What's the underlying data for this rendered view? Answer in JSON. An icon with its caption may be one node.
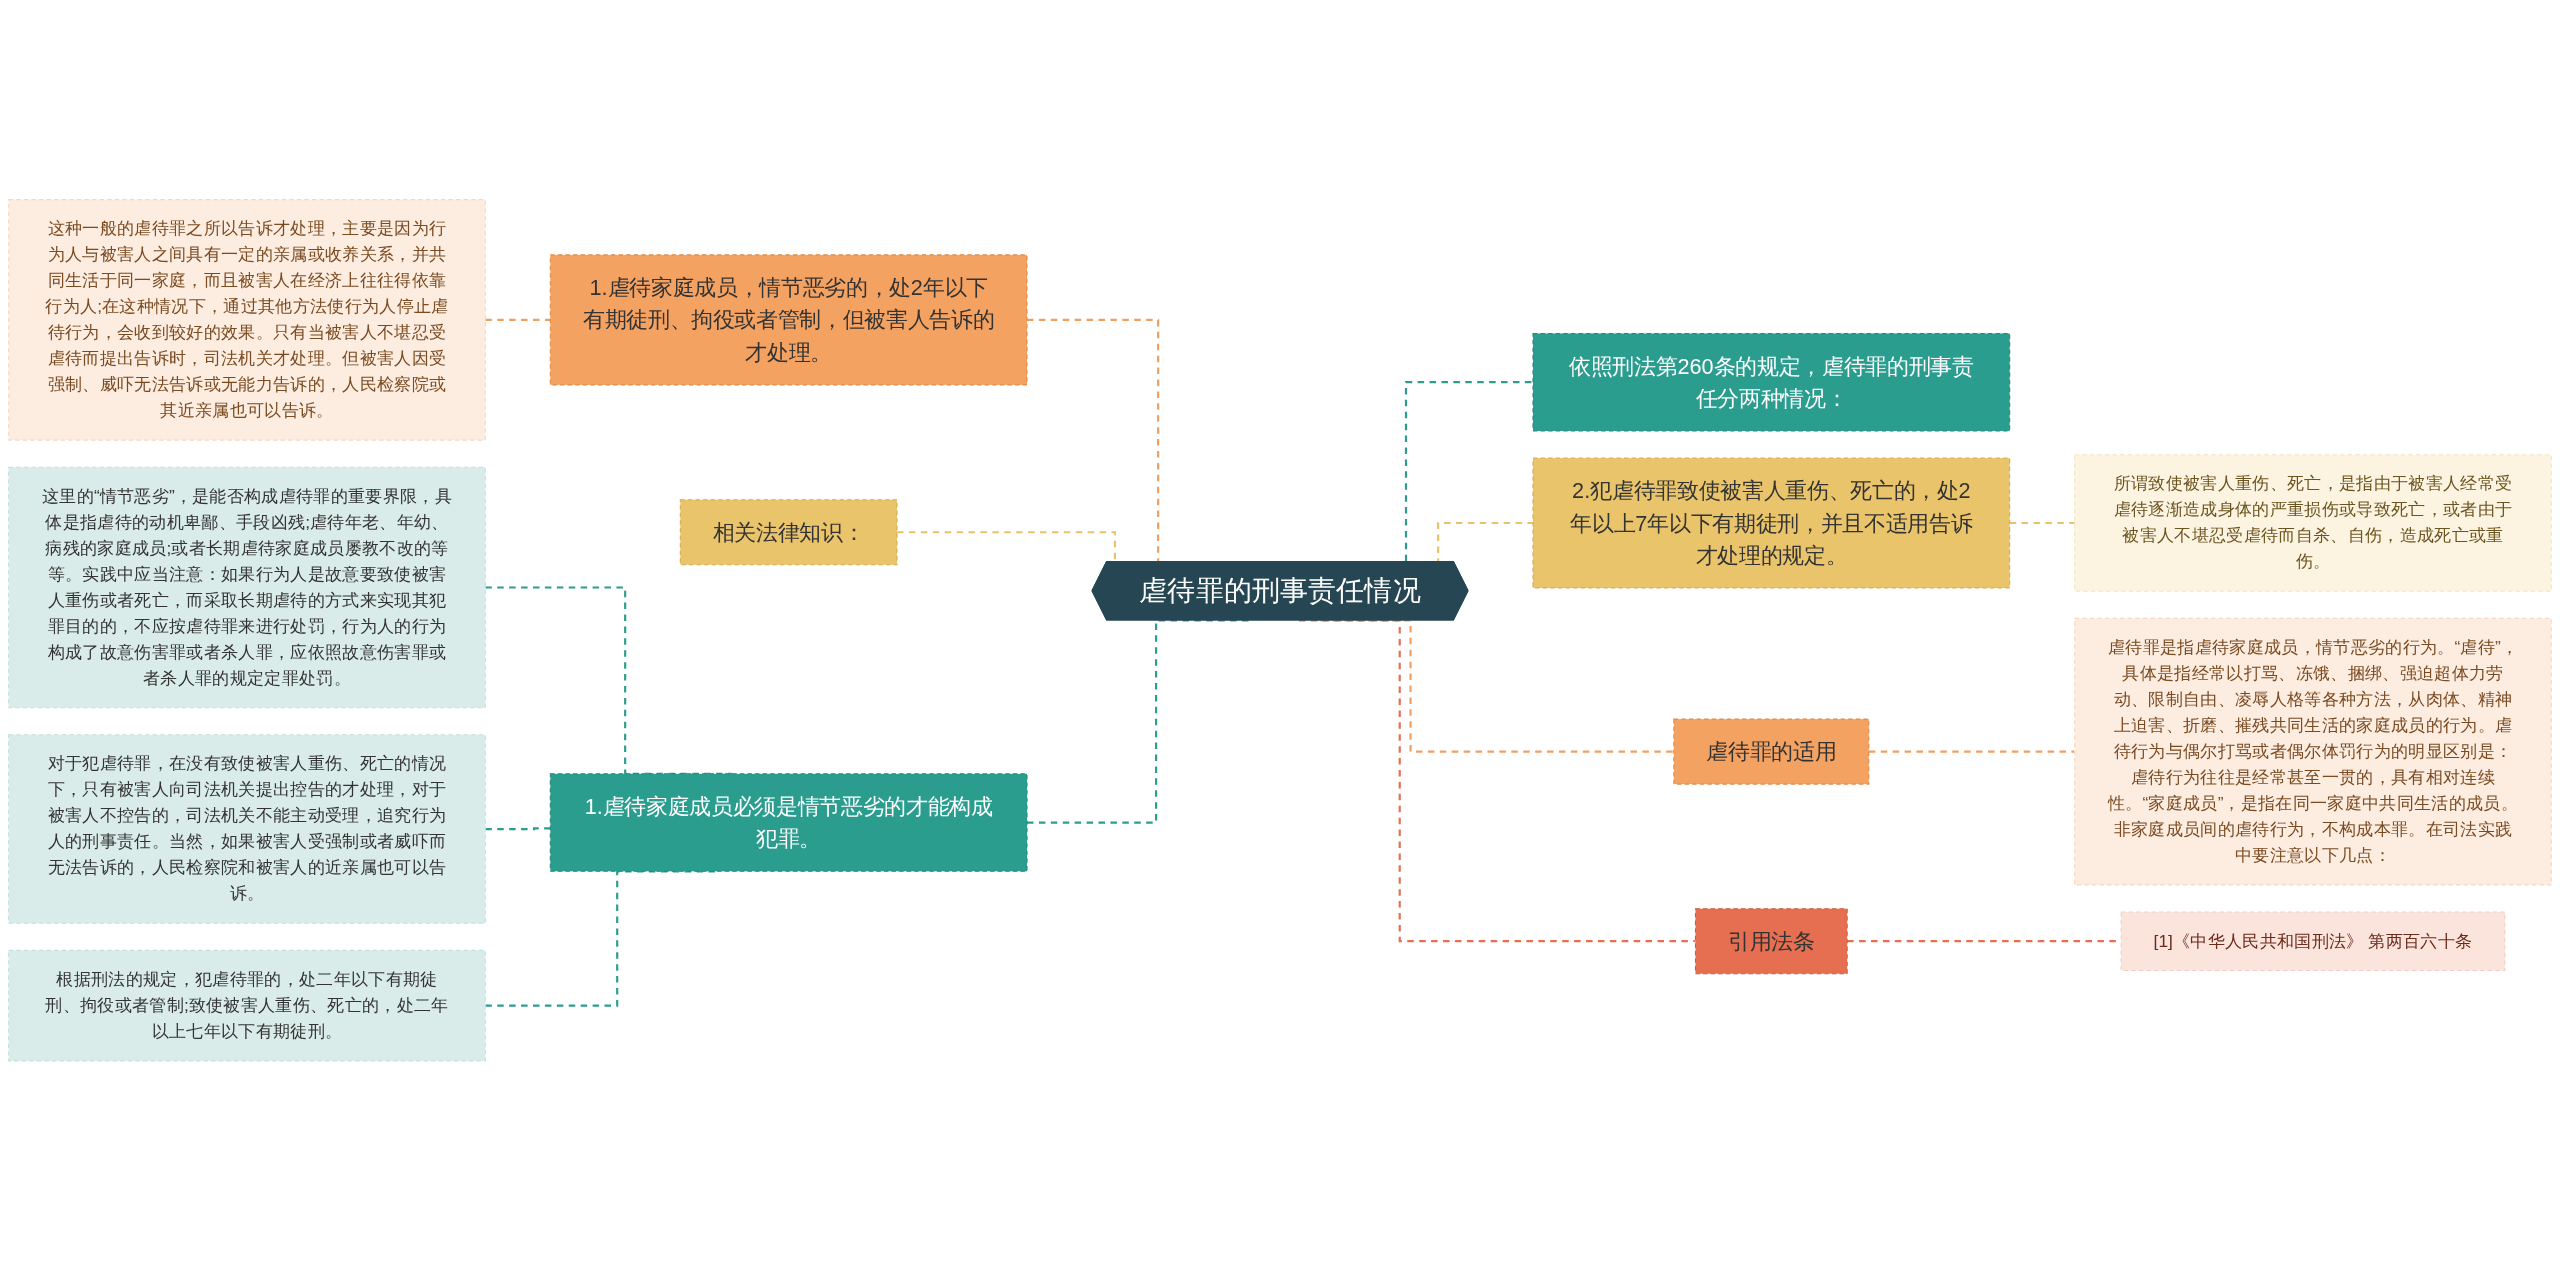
{
  "diagram": {
    "nodes": [
      {
        "text": [
          "虐待罪的刑事责任情况"
        ]
      },
      {
        "text": [
          "1.虐待家庭成员，情节恶劣的，处2年以下有期徒刑、拘役或者管制，但被害人告诉的才处理。"
        ]
      },
      {
        "text": [
          "这种一般的虐待罪之所以告诉才处理，主要是因为行为人与被害人之间具有一定的亲属或收养关系，并共同生活于同一家庭，而且被害人在经济上往往得依靠行为人;在这种情况下，通过其他方法使行为人停止虐待行为，会收到较好的效果。只有当被害人不堪忍受虐待而提出告诉时，司法机关才处理。但被害人因受强制、威吓无法告诉或无能力告诉的，人民检察院或其近亲属也可以告诉。"
        ]
      },
      {
        "text": [
          "相关法律知识："
        ]
      },
      {
        "text": [
          "1.虐待家庭成员必须是情节恶劣的才能构成犯罪。"
        ]
      },
      {
        "text": [
          "这里的“情节恶劣”，是能否构成虐待罪的重要界限，具体是指虐待的动机卑鄙、手段凶残;虐待年老、年幼、病残的家庭成员;或者长期虐待家庭成员屡教不改的等等。实践中应当注意：如果行为人是故意要致使被害人重伤或者死亡，而采取长期虐待的方式来实现其犯罪目的的，不应按虐待罪来进行处罚，行为人的行为构成了故意伤害罪或者杀人罪，应依照故意伤害罪或者杀人罪的规定定罪处罚。"
        ]
      },
      {
        "text": [
          "对于犯虐待罪，在没有致使被害人重伤、死亡的情况下，只有被害人向司法机关提出控告的才处理，对于被害人不控告的，司法机关不能主动受理，追究行为人的刑事责任。当然，如果被害人受强制或者威吓而无法告诉的，人民检察院和被害人的近亲属也可以告诉。"
        ]
      },
      {
        "text": [
          "根据刑法的规定，犯虐待罪的，处二年以下有期徒刑、拘役或者管制;致使被害人重伤、死亡的，处二年以上七年以下有期徒刑。"
        ]
      },
      {
        "text": [
          "依照刑法第260条的规定，虐待罪的刑事责任分两种情况："
        ]
      },
      {
        "text": [
          "2.犯虐待罪致使被害人重伤、死亡的，处2年以上7年以下有期徒刑，并且不适用告诉才处理的规定。"
        ]
      },
      {
        "text": [
          "所谓致使被害人重伤、死亡，是指由于被害人经常受虐待逐渐造成身体的严重损伤或导致死亡，或者由于被害人不堪忍受虐待而自杀、自伤，造成死亡或重伤。"
        ]
      },
      {
        "text": [
          "虐待罪的适用"
        ]
      },
      {
        "text": [
          "虐待罪是指虐待家庭成员，情节恶劣的行为。“虐待”，具体是指经常以打骂、冻饿、捆绑、强迫超体力劳动、限制自由、凌辱人格等各种方法，从肉体、精神上迫害、折磨、摧残共同生活的家庭成员的行为。虐待行为与偶尔打骂或者偶尔体罚行为的明显区别是：虐待行为往往是经常甚至一贯的，具有相对连续性。“家庭成员”，是指在同一家庭中共同生活的成员。非家庭成员间的虐待行为，不构成本罪。在司法实践中要注意以下几点："
        ]
      },
      {
        "text": [
          "引用法条"
        ]
      },
      {
        "text": [
          "[1]《中华人民共和国刑法》 第两百六十条"
        ]
      }
    ],
    "edges": [
      {
        "from": 2,
        "to": 1,
        "arrow": "none",
        "style": "dashed",
        "color": "#f0a063"
      },
      {
        "from": 1,
        "to": 0,
        "arrow": "none",
        "style": "dashed",
        "color": "#f0a063"
      },
      {
        "from": 3,
        "to": 0,
        "arrow": "none",
        "style": "dashed",
        "color": "#e8c36a"
      },
      {
        "from": 5,
        "to": 4,
        "arrow": "none",
        "style": "dashed",
        "color": "#2a9d8f"
      },
      {
        "from": 6,
        "to": 4,
        "arrow": "none",
        "style": "dashed",
        "color": "#2a9d8f"
      },
      {
        "from": 7,
        "to": 4,
        "arrow": "none",
        "style": "dashed",
        "color": "#2a9d8f"
      },
      {
        "from": 4,
        "to": 0,
        "arrow": "none",
        "style": "dashed",
        "color": "#2a9d8f"
      },
      {
        "from": 0,
        "to": 8,
        "arrow": "none",
        "style": "dashed",
        "color": "#2a9d8f"
      },
      {
        "from": 0,
        "to": 9,
        "arrow": "none",
        "style": "dashed",
        "color": "#e8c36a"
      },
      {
        "from": 9,
        "to": 10,
        "arrow": "none",
        "style": "dashed",
        "color": "#e8c36a"
      },
      {
        "from": 0,
        "to": 11,
        "arrow": "none",
        "style": "dashed",
        "color": "#f0a063"
      },
      {
        "from": 11,
        "to": 12,
        "arrow": "none",
        "style": "dashed",
        "color": "#f0a063"
      },
      {
        "from": 0,
        "to": 13,
        "arrow": "none",
        "style": "dashed",
        "color": "#e76f51"
      },
      {
        "from": 13,
        "to": 14,
        "arrow": "none",
        "style": "dashed",
        "color": "#e76f51"
      }
    ]
  }
}
